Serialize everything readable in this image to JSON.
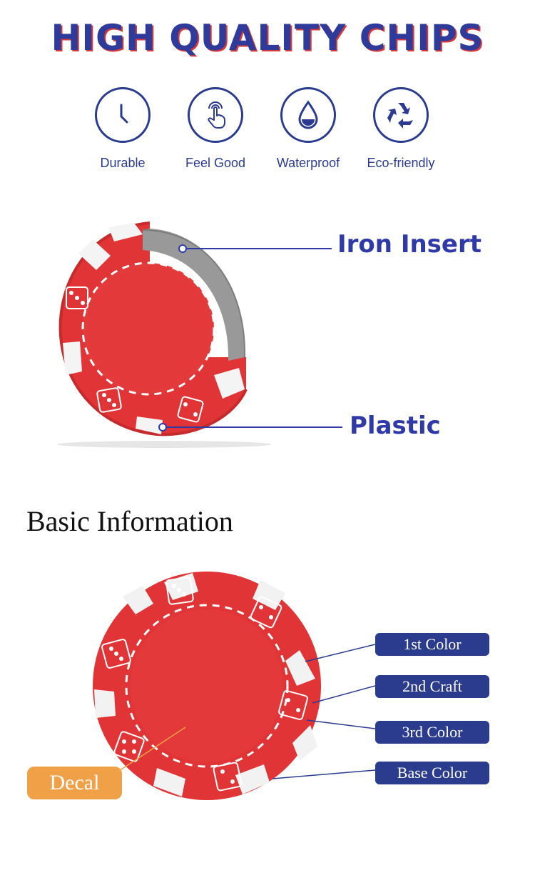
{
  "header": {
    "title": "HIGH QUALITY CHIPS"
  },
  "features": [
    {
      "label": "Durable",
      "icon": "clock-icon"
    },
    {
      "label": "Feel Good",
      "icon": "touch-hand-icon"
    },
    {
      "label": "Waterproof",
      "icon": "water-drop-icon"
    },
    {
      "label": "Eco-friendly",
      "icon": "recycle-icon"
    }
  ],
  "structure": {
    "iron_insert_label": "Iron Insert",
    "plastic_label": "Plastic"
  },
  "basic_info": {
    "title": "Basic Information",
    "labels": {
      "first_color": "1st Color",
      "second_craft": "2nd Craft",
      "third_color": "3rd Color",
      "base_color": "Base Color",
      "decal": "Decal"
    }
  },
  "colors": {
    "brand_blue": "#2b3b8f",
    "chip_red": "#e03436",
    "insert_gray": "#9a9a9a",
    "decal_orange": "#f0a047"
  }
}
